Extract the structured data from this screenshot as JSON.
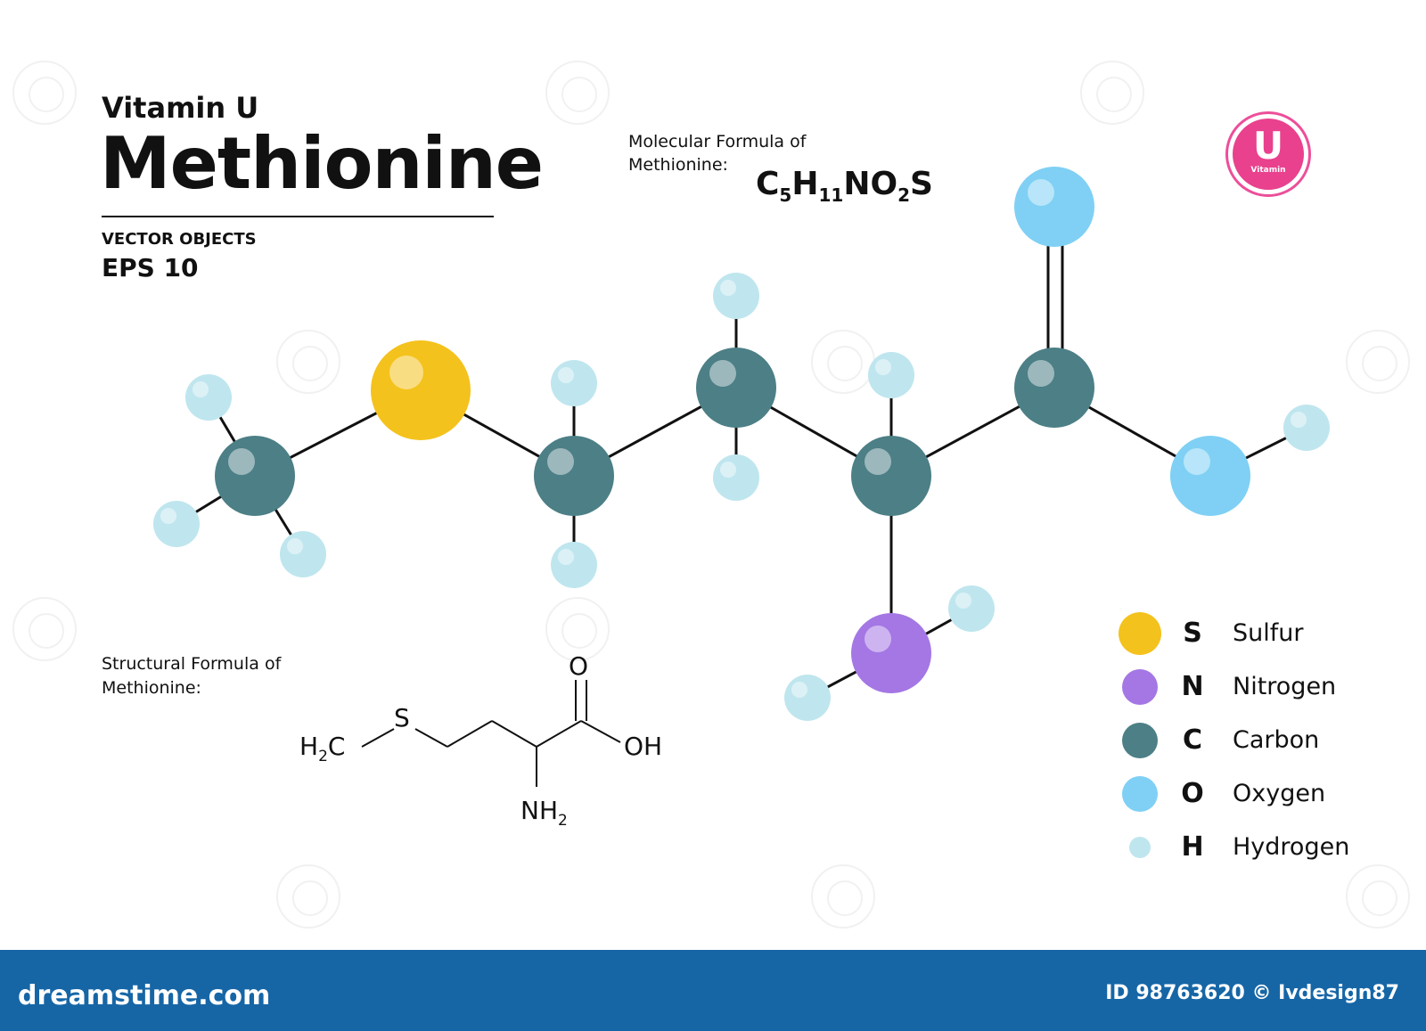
{
  "header": {
    "subtitle": "Vitamin U",
    "title": "Methionine",
    "vector_objects": "VECTOR OBJECTS",
    "eps": "EPS 10"
  },
  "molecular_formula": {
    "label_line1": "Molecular Formula of",
    "label_line2": "Methionine:",
    "formula_parts": [
      "C",
      "5",
      "H",
      "11",
      "NO",
      "2",
      "S"
    ]
  },
  "structural_formula": {
    "label_line1": "Structural  Formula of",
    "label_line2": "Methionine:",
    "labels": {
      "s": "S",
      "o": "O",
      "oh": "OH",
      "h2c_main": "H",
      "h2c_sub": "2",
      "h2c_tail": "C",
      "nh2_main": "NH",
      "nh2_sub": "2"
    }
  },
  "badge": {
    "letter": "U",
    "word": "Vitamin",
    "color": "#e9418e"
  },
  "legend": [
    {
      "symbol": "S",
      "name": "Sulfur",
      "color": "#f4c21c"
    },
    {
      "symbol": "N",
      "name": "Nitrogen",
      "color": "#a477e4"
    },
    {
      "symbol": "C",
      "name": "Carbon",
      "color": "#4c7f86"
    },
    {
      "symbol": "O",
      "name": "Oxygen",
      "color": "#7fd0f4"
    },
    {
      "symbol": "H",
      "name": "Hydrogen",
      "color": "#bfe6ee"
    }
  ],
  "atom_colors": {
    "S": "#f4c21c",
    "N": "#a477e4",
    "C": "#4c7f86",
    "O": "#7fd0f4",
    "H": "#bfe6ee"
  },
  "footer": {
    "brand": "dreamstime.com",
    "id_text": "ID 98763620 © Ivdesign87",
    "color": "#1666a6"
  }
}
